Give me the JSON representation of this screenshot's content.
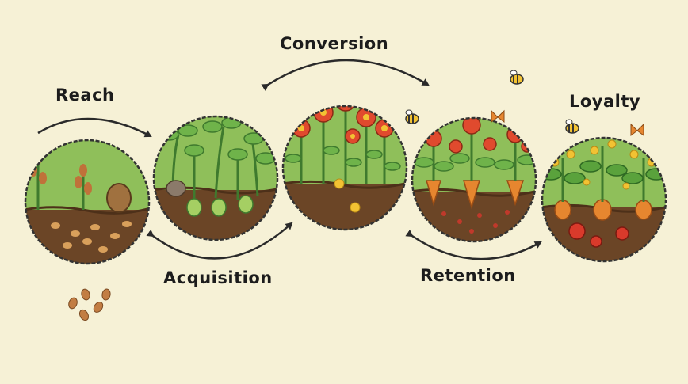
{
  "stages": {
    "reach": "Reach",
    "acquisition": "Acquisition",
    "conversion": "Conversion",
    "retention": "Retention",
    "loyalty": "Loyalty"
  },
  "colors": {
    "background": "#f6f1d6",
    "sky": "#8fbf5a",
    "soil": "#6b4526",
    "arrow": "#2a2a2a"
  }
}
